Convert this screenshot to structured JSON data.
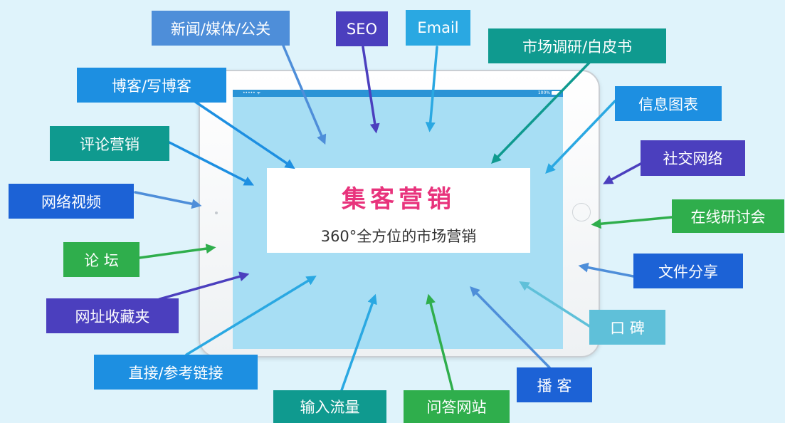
{
  "center": {
    "title": "集客营销",
    "subtitle": "360°全方位的市场营销",
    "status_left": "••••• ᯤ",
    "status_right": "100%"
  },
  "channels": {
    "news_media_pr": "新闻/媒体/公关",
    "seo": "SEO",
    "email": "Email",
    "market_research": "市场调研/白皮书",
    "blog": "博客/写博客",
    "infographics": "信息图表",
    "comment_marketing": "评论营销",
    "social_network": "社交网络",
    "online_video": "网络视频",
    "webinar": "在线研讨会",
    "forum": "论 坛",
    "file_sharing": "文件分享",
    "bookmarks": "网址收藏夹",
    "word_of_mouth": "口 碑",
    "direct_reference_links": "直接/参考链接",
    "podcast": "播 客",
    "input_traffic": "输入流量",
    "qa_sites": "问答网站"
  },
  "colors": {
    "background": "#dff3fb",
    "screen": "#a7def4",
    "title": "#e8337c",
    "teal": "#0f9a8f",
    "blue": "#1d8fe1",
    "royal": "#1c62d6",
    "indigo": "#4b3fbe",
    "green": "#2fae4c",
    "sky": "#2aa8e2"
  }
}
